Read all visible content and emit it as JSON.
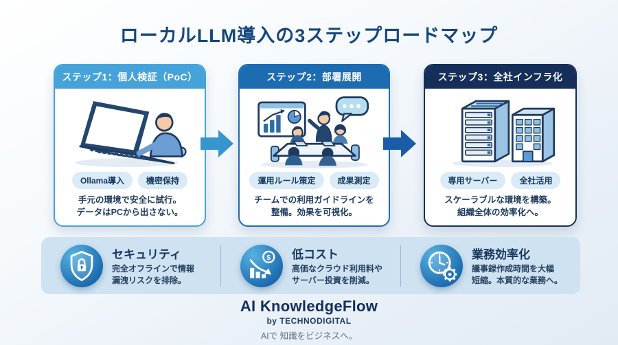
{
  "title": "ローカルLLM導入の3ステップロードマップ",
  "steps": [
    {
      "header": "ステップ1：個人検証（PoC）",
      "illustration": "person-working-on-laptop",
      "tags": [
        "Ollama導入",
        "機密保持"
      ],
      "description": "手元の環境で安全に試行。\nデータはPCから出さない。"
    },
    {
      "header": "ステップ2：部署展開",
      "illustration": "team-meeting-presentation",
      "tags": [
        "運用ルール策定",
        "成果測定"
      ],
      "description": "チームでの利用ガイドラインを\n整備。効果を可視化。"
    },
    {
      "header": "ステップ3：全社インフラ化",
      "illustration": "server-rack-and-office-building",
      "tags": [
        "専用サーバー",
        "全社活用"
      ],
      "description": "スケーラブルな環境を構築。\n組織全体の効率化へ。"
    }
  ],
  "benefits": [
    {
      "icon": "shield-lock-icon",
      "title": "セキュリティ",
      "description": "完全オフラインで情報\n漏洩リスクを排除。"
    },
    {
      "icon": "cost-down-chart-icon",
      "title": "低コスト",
      "description": "高価なクラウド利用料や\nサーバー投資を削減。"
    },
    {
      "icon": "clock-gear-icon",
      "title": "業務効率化",
      "description": "議事録作成時間を大幅\n短縮。本質的な業務へ。"
    }
  ],
  "footer": {
    "brand": "AI KnowledgeFlow",
    "byline": "by TECHNODIGITAL",
    "tagline": "AIで 知識をビジネスへ。"
  },
  "colors": {
    "title_text": "#16477C",
    "step1_header": "#46A3D9",
    "step2_header": "#1D6CB2",
    "step3_header": "#152F5A",
    "arrow1": "#3697CF",
    "arrow2": "#1B5CA8",
    "tag_bg": "#D8EBF7",
    "band_bg": "#CFE2F1",
    "icon_blue_start": "#57B1E0",
    "icon_blue_end": "#1968AE",
    "dark_text": "#17365E"
  }
}
